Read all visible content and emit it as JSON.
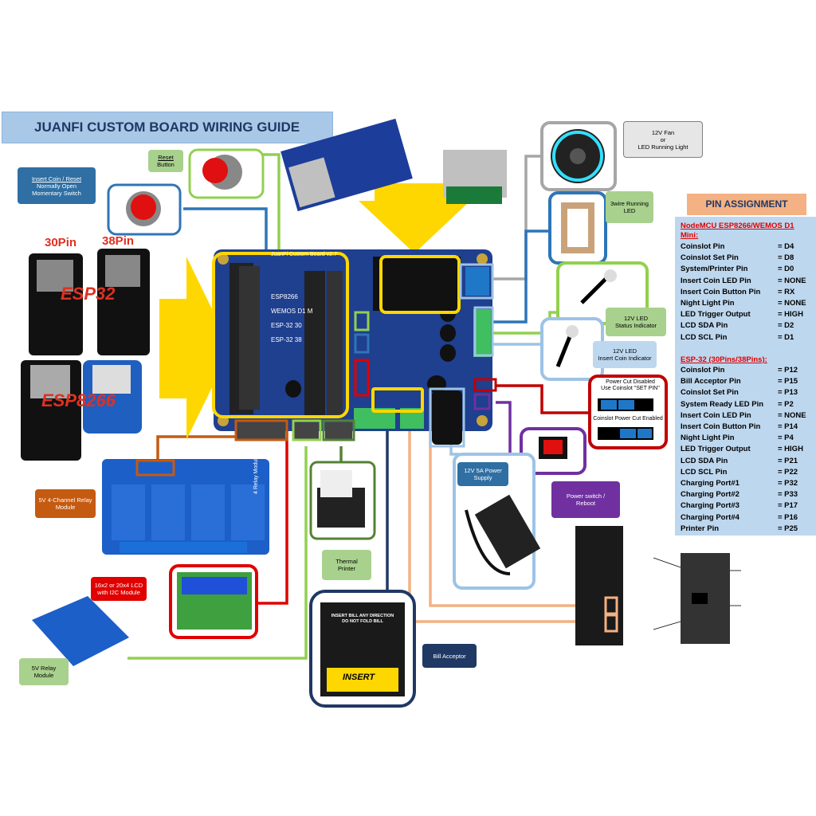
{
  "title": "JUANFI CUSTOM BOARD WIRING GUIDE",
  "board_label": "JuanFi Custom Board v2.7",
  "board_markings": [
    "ESP8266",
    "WEMOS D1 M",
    "ESP-32 30",
    "ESP-32 38"
  ],
  "modules": {
    "pin30": "30Pin",
    "pin38": "38Pin",
    "esp32": "ESP32",
    "esp8266": "ESP8266"
  },
  "callouts": {
    "insert_coin_line1": "Insert Coin / Reset",
    "insert_coin_line2": "Normally Open",
    "insert_coin_line3": "Momentary Switch",
    "reset_line1": "Reset",
    "reset_line2": "Button",
    "fan_line1": "12V Fan",
    "fan_line2": "or",
    "fan_line3": "LED Running Light",
    "running_led_line1": "3wire Running",
    "running_led_line2": "LED",
    "status_led_line1": "12V LED",
    "status_led_line2": "Status Indicator",
    "coin_led_line1": "12V LED",
    "coin_led_line2": "Insert Coin Indicator",
    "powercut_disabled_line1": "Power Cut Disabled",
    "powercut_disabled_line2": "Use Coinslot \"SET PIN\"",
    "powercut_enabled": "Coinslot Power Cut Enabled",
    "psu_line1": "12V 5A Power",
    "psu_line2": "Supply",
    "power_switch_line1": "Power switch /",
    "power_switch_line2": "Reboot",
    "relay4_line1": "5V 4-Channel Relay",
    "relay4_line2": "Module",
    "lcd_line1": "16x2 or 20x4 LCD",
    "lcd_line2": "with I2C Module",
    "printer_line1": "Thermal",
    "printer_line2": "Printer",
    "bill_acceptor": "Bill Acceptor",
    "relay5_line1": "5V Relay",
    "relay5_line2": "Module"
  },
  "bill_face_line1": "INSERT BILL ANY DIRECTION",
  "bill_face_line2": "DO NOT FOLD BILL",
  "bill_insert": "INSERT",
  "relay_board_label": "4 Relay Module",
  "pin_assignment": {
    "header": "PIN ASSIGNMENT",
    "nodemcu_title_line1": "NodeMCU ESP8266/WEMOS D1",
    "nodemcu_title_line2": "Mini:",
    "nodemcu": [
      {
        "name": "Coinslot Pin",
        "value": "=     D4"
      },
      {
        "name": "Coinslot Set Pin",
        "value": "=     D8"
      },
      {
        "name": "System/Printer Pin",
        "value": "=     D0"
      },
      {
        "name": "Insert Coin LED Pin",
        "value": "=     NONE"
      },
      {
        "name": "Insert Coin Button Pin",
        "value": "=     RX"
      },
      {
        "name": "Night Light Pin",
        "value": "=     NONE"
      },
      {
        "name": "LED Trigger Output",
        "value": "=     HIGH"
      },
      {
        "name": "LCD SDA Pin",
        "value": "=     D2"
      },
      {
        "name": "LCD SCL Pin",
        "value": "=     D1"
      }
    ],
    "esp32_title": "ESP-32 (30Pins/38Pins):",
    "esp32": [
      {
        "name": "Coinslot Pin",
        "value": "=     P12"
      },
      {
        "name": "Bill Acceptor Pin",
        "value": "=     P15"
      },
      {
        "name": "Coinslot Set Pin",
        "value": "=     P13"
      },
      {
        "name": "System Ready LED Pin",
        "value": "=     P2"
      },
      {
        "name": "Insert Coin LED Pin",
        "value": "=     NONE"
      },
      {
        "name": "Insert Coin Button Pin",
        "value": "=     P14"
      },
      {
        "name": "Night Light Pin",
        "value": "=     P4"
      },
      {
        "name": "LED Trigger Output",
        "value": "=     HIGH"
      },
      {
        "name": "LCD SDA Pin",
        "value": "=     P21"
      },
      {
        "name": "LCD SCL Pin",
        "value": "=     P22"
      },
      {
        "name": "Charging Port#1",
        "value": "=     P32"
      },
      {
        "name": "Charging Port#2",
        "value": "=     P33"
      },
      {
        "name": "Charging Port#3",
        "value": "=     P17"
      },
      {
        "name": "Charging Port#4",
        "value": "=     P16"
      },
      {
        "name": "Printer Pin",
        "value": "=     P25"
      }
    ]
  },
  "colors": {
    "board": "#1f3f8f",
    "yellow": "#ffd700",
    "wire_blue": "#2e75b6",
    "wire_green": "#92d050",
    "wire_red": "#c00000",
    "wire_orange": "#c55a11",
    "wire_purple": "#7030a0",
    "wire_navy": "#203864",
    "wire_peach": "#f4b183",
    "wire_gray": "#a6a6a6",
    "wire_lightblue": "#9dc3e6"
  }
}
